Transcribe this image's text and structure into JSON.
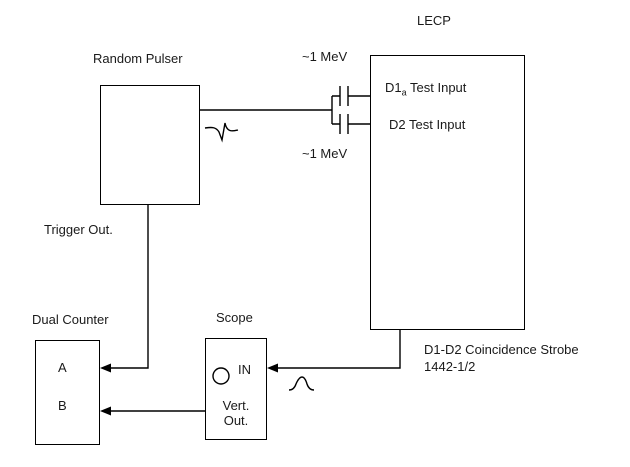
{
  "lecp": {
    "title": "LECP",
    "d1": {
      "prefix": "D1",
      "sub": "a",
      "suffix": " Test Input"
    },
    "d2": "D2 Test Input"
  },
  "random_pulser": {
    "title": "Random Pulser"
  },
  "dual_counter": {
    "title": "Dual Counter",
    "row_a": "A",
    "row_b": "B"
  },
  "scope": {
    "title": "Scope",
    "in_label": "IN",
    "vert_line1": "Vert.",
    "vert_line2": "Out."
  },
  "labels": {
    "mev_top": "~1 MeV",
    "mev_bottom": "~1 MeV",
    "trigger_out": "Trigger Out."
  },
  "strobe": {
    "line1": "D1-D2 Coincidence Strobe",
    "line2": "1442-1/2"
  }
}
